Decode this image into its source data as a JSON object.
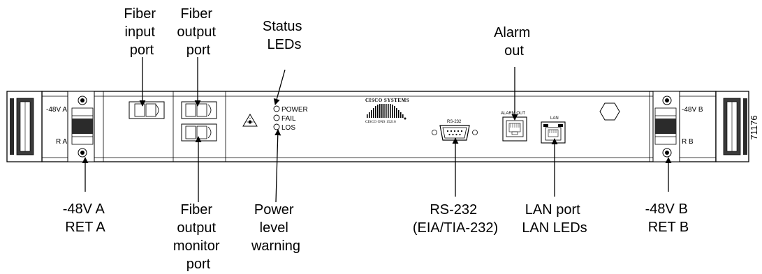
{
  "callouts": {
    "fiber_input": [
      "Fiber",
      "input",
      "port"
    ],
    "fiber_output": [
      "Fiber",
      "output",
      "port"
    ],
    "status_leds": [
      "Status",
      "LEDs"
    ],
    "alarm_out": [
      "Alarm",
      "out"
    ],
    "power_a": [
      "-48V A",
      "RET A"
    ],
    "fiber_monitor": [
      "Fiber",
      "output",
      "monitor",
      "port"
    ],
    "power_level": [
      "Power",
      "level",
      "warning"
    ],
    "rs232": [
      "RS-232",
      "(EIA/TIA-232)"
    ],
    "lan": [
      "LAN port",
      "LAN LEDs"
    ],
    "power_b": [
      "-48V B",
      "RET B"
    ]
  },
  "panel": {
    "left_terminal_top": "-48V A",
    "left_terminal_bottom": "R A",
    "right_terminal_top": "-48V B",
    "right_terminal_bottom": "R B",
    "led_power": "POWER",
    "led_fail": "FAIL",
    "led_los": "LOS",
    "logo_line1": "CISCO SYSTEMS",
    "logo_line2": "CISCO ONS 15216",
    "rs232_label": "RS-232",
    "alarm_label": "ALARM OUT",
    "lan_label": "LAN"
  },
  "figure_number": "71176"
}
